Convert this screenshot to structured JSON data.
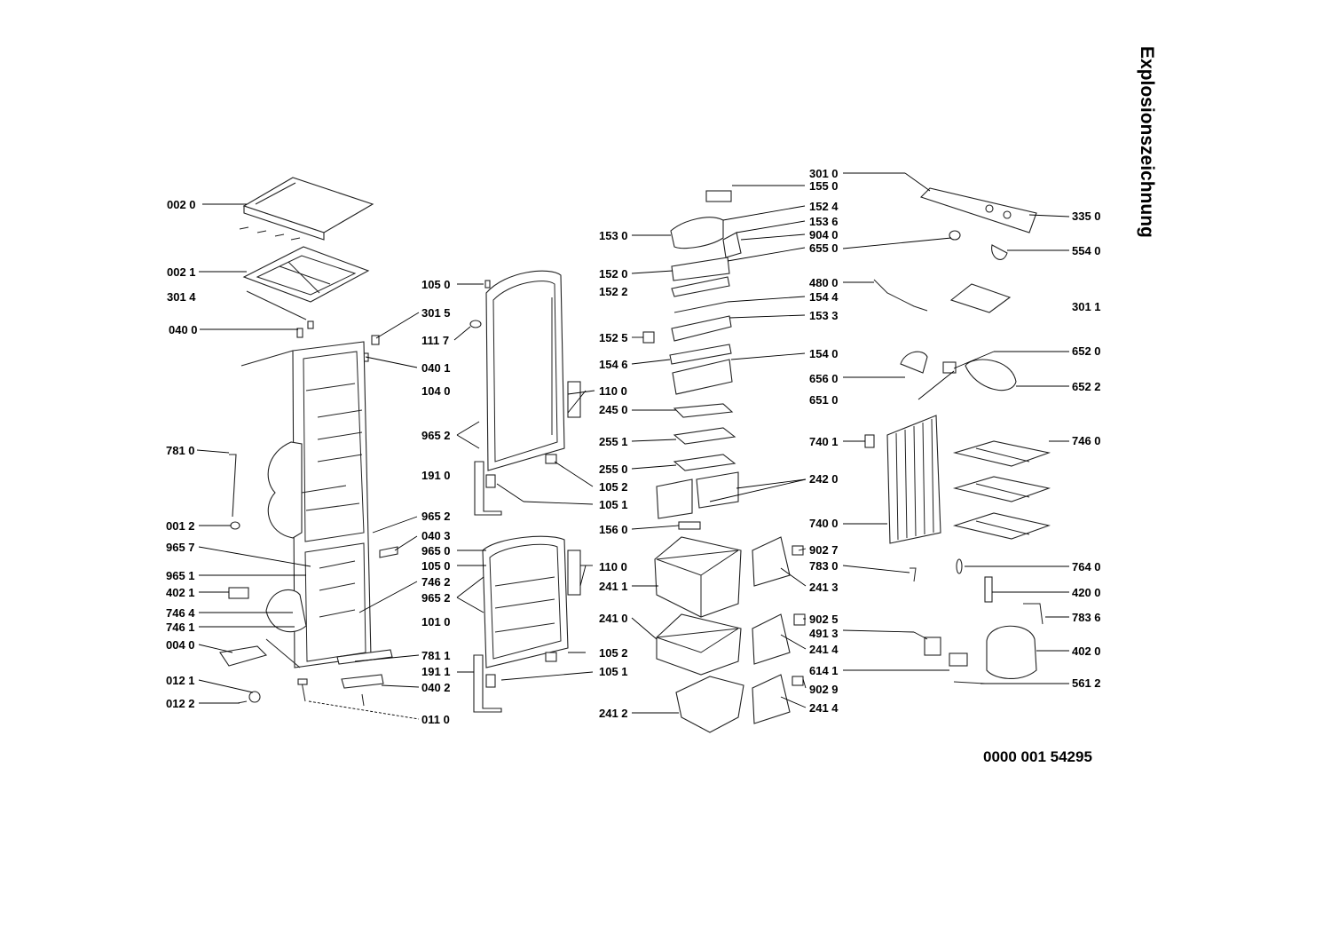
{
  "title": "Explosionszeichnung",
  "document_number": "0000 001 54295",
  "callouts": [
    "002 0",
    "002 1",
    "301 4",
    "040 0",
    "781 0",
    "001 2",
    "965 7",
    "965 1",
    "402 1",
    "746 4",
    "746 1",
    "004 0",
    "012 1",
    "012 2",
    "105 0",
    "301 5",
    "111 7",
    "040 1",
    "104 0",
    "965 2",
    "191 0",
    "965 2",
    "040 3",
    "965 0",
    "105 0",
    "746 2",
    "965 2",
    "101 0",
    "781 1",
    "191 1",
    "040 2",
    "011 0",
    "110 0",
    "105 2",
    "105 1",
    "110 0",
    "105 2",
    "105 1",
    "153 0",
    "152 0",
    "152 2",
    "152 5",
    "154 6",
    "245 0",
    "255 1",
    "255 0",
    "156 0",
    "241 1",
    "241 0",
    "241 2",
    "301 0",
    "155 0",
    "152 4",
    "153 6",
    "904 0",
    "655 0",
    "480 0",
    "154 4",
    "153 3",
    "154 0",
    "656 0",
    "651 0",
    "740 1",
    "242 0",
    "740 0",
    "902 7",
    "783 0",
    "241 3",
    "902 5",
    "491 3",
    "241 4",
    "614 1",
    "902 9",
    "241 4",
    "335 0",
    "554 0",
    "301 1",
    "652 0",
    "652 2",
    "746 0",
    "764 0",
    "420 0",
    "783 6",
    "402 0",
    "561 2"
  ]
}
